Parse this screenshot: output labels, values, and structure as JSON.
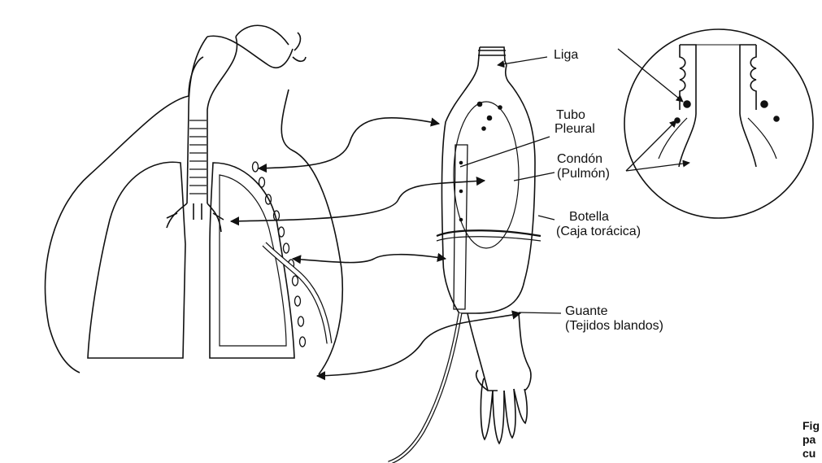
{
  "labels": {
    "liga": "Liga",
    "tubo_line1": "Tubo",
    "tubo_line2": "Pleural",
    "condon_line1": "Condón",
    "condon_line2": "(Pulmón)",
    "botella_line1": "Botella",
    "botella_line2": "(Caja torácica)",
    "guante_line1": "Guante",
    "guante_line2": "(Tejidos blandos)"
  },
  "caption": {
    "line1": "Fig",
    "line2": "pa",
    "line3": "cu"
  },
  "colors": {
    "ink": "#111111",
    "background": "#ffffff"
  }
}
